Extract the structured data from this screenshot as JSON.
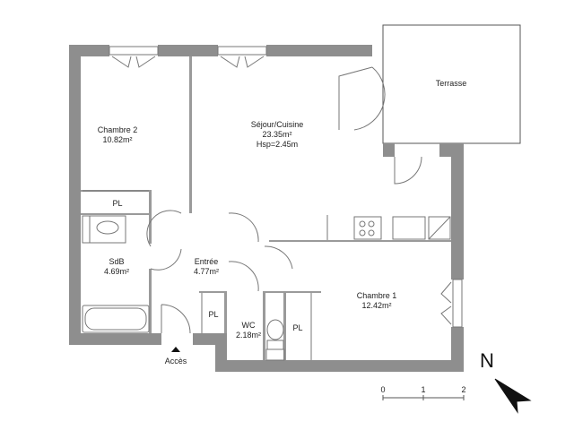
{
  "rooms": {
    "chambre2": {
      "name": "Chambre 2",
      "area": "10.82m²"
    },
    "sejour": {
      "name": "Séjour/Cuisine",
      "area": "23.35m²",
      "height": "Hsp=2.45m"
    },
    "terrasse": {
      "name": "Terrasse"
    },
    "sdb": {
      "name": "SdB",
      "area": "4.69m²"
    },
    "entree": {
      "name": "Entrée",
      "area": "4.77m²"
    },
    "wc": {
      "name": "WC",
      "area": "2.18m²"
    },
    "chambre1": {
      "name": "Chambre 1",
      "area": "12.42m²"
    }
  },
  "closets": [
    "PL",
    "PL",
    "PL"
  ],
  "access_label": "Accès",
  "compass": {
    "label": "N"
  },
  "scale": {
    "ticks": [
      "0",
      "1",
      "2"
    ],
    "unit": "m"
  },
  "colors": {
    "wall": "#8e8e8e"
  }
}
